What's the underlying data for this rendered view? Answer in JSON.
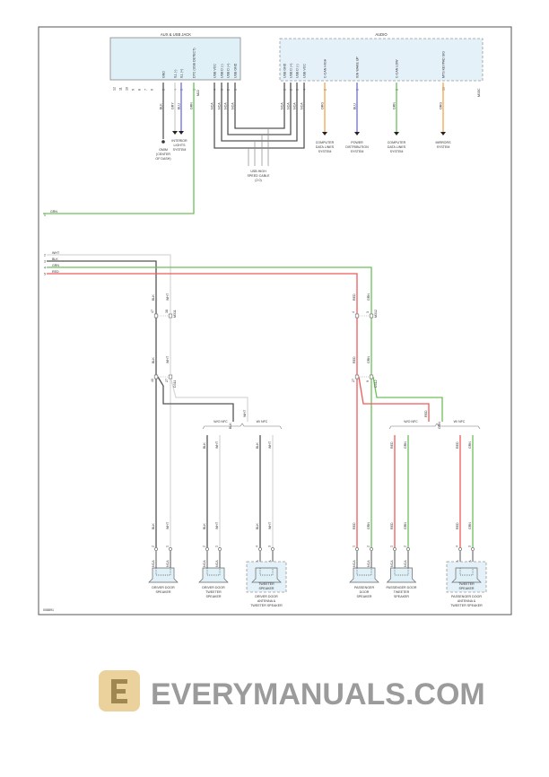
{
  "diagram_id": "008891",
  "aux_usb_jack": {
    "title": "AUX & USB JACK",
    "connector": "M22",
    "pin_labels": [
      "GND",
      "ILL (-)",
      "ILL (+)",
      "DTC (USB DETECT)",
      "USB VCC",
      "USB D (-)",
      "USB D (+)",
      "USB GND"
    ],
    "unused_pins": [
      "12",
      "11",
      "10",
      "9",
      "8",
      "7",
      "6"
    ],
    "pins": [
      "5",
      "4",
      "3",
      "1",
      "4",
      "3",
      "2",
      "1"
    ]
  },
  "audio": {
    "title": "AUDIO",
    "connector": "M15C",
    "pin_labels": [
      "USB GND",
      "USB D (+)",
      "USB D (-)",
      "USB VCC",
      "C-CAN HIGH",
      "IGN WAKE UP",
      "C-CAN LOW",
      "MTS KEYPAD SIG"
    ],
    "pins": [
      "1",
      "2",
      "3",
      "4",
      "2",
      "3",
      "8",
      "16"
    ]
  },
  "wires_top": {
    "gnd": "BLK",
    "ill_neg": "GRY",
    "ill_pos": "BLU",
    "dtc": "GRN",
    "usb": [
      "NCA",
      "NCA",
      "NCA",
      "NCA"
    ],
    "can_high": "ORG",
    "ign": "BLU",
    "can_low": "GRN",
    "mts": "ORG"
  },
  "destinations": {
    "ground": [
      "GMIM",
      "(CENTER",
      "OF DASH)"
    ],
    "interior_lights": [
      "INTERIOR",
      "LIGHTS",
      "SYSTEM"
    ],
    "usb_cable": [
      "USB HIGH",
      "SPEED CABLE",
      "(2.0)"
    ],
    "computer_data_1": [
      "COMPUTER",
      "DATA LINES",
      "SYSTEM"
    ],
    "power_distribution": [
      "POWER",
      "DISTRIBUTION",
      "SYSTEM"
    ],
    "computer_data_2": [
      "COMPUTER",
      "DATA LINES",
      "SYSTEM"
    ],
    "mirrors": [
      "MIRRORS",
      "SYSTEM"
    ]
  },
  "bus_lines": [
    {
      "pin": "1",
      "color": "GRN"
    },
    {
      "pin": "2",
      "color": "WHT"
    },
    {
      "pin": "3",
      "color": "BLK"
    },
    {
      "pin": "4",
      "color": "GRN"
    },
    {
      "pin": "5",
      "color": "RED"
    }
  ],
  "connectors": {
    "left_upper": {
      "pins": [
        "47",
        "38"
      ],
      "name": "M311"
    },
    "left_lower": {
      "pins": [
        "40",
        "27"
      ],
      "name": "D311"
    },
    "right_upper": {
      "pins": [
        "4",
        "3"
      ],
      "name": "M312"
    },
    "right_lower": {
      "pins": [
        "27",
        "9"
      ],
      "name": "D312"
    }
  },
  "wire_colors": {
    "blk": "BLK",
    "wht": "WHT",
    "red": "RED",
    "grn": "GRN"
  },
  "options": {
    "without_nfc": "W/O NFC",
    "with_nfc": "W/ NFC"
  },
  "speaker_pins": {
    "a": "2",
    "b": "1",
    "c": "4",
    "d": "3",
    "nca": "NCA"
  },
  "tweeter_label": [
    "TWEETER",
    "SPEAKER"
  ],
  "speakers": [
    {
      "name": [
        "DRIVER DOOR",
        "SPEAKER"
      ]
    },
    {
      "name": [
        "DRIVER DOOR",
        "TWEETER",
        "SPEAKER"
      ]
    },
    {
      "name": [
        "DRIVER DOOR",
        "ANTENNA &",
        "TWEETER SPEAKER"
      ]
    },
    {
      "name": [
        "PASSENGER",
        "DOOR",
        "SPEAKER"
      ]
    },
    {
      "name": [
        "PASSENGER DOOR",
        "TWEETER",
        "SPEAKER"
      ]
    },
    {
      "name": [
        "PASSENGER DOOR",
        "ANTENNA &",
        "TWEETER SPEAKER"
      ]
    }
  ],
  "watermark": "EVERYMANUALS.COM"
}
